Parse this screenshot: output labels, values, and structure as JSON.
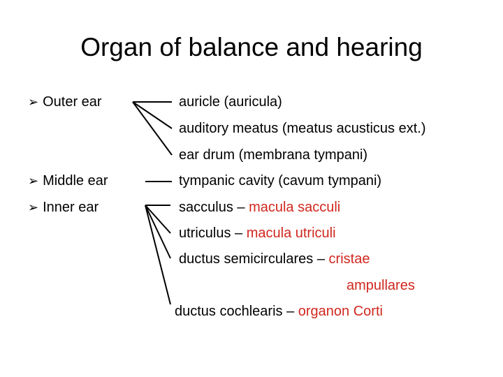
{
  "title": "Organ of balance and hearing",
  "colors": {
    "text": "#000000",
    "highlight": "#d0271d"
  },
  "bullets": {
    "marker_icon": "arrowhead-bullet-icon",
    "outer": "Outer ear",
    "middle": "Middle ear",
    "inner": "Inner ear"
  },
  "outer_items": {
    "auricle": "auricle (auricula)",
    "meatus": "auditory meatus (meatus acusticus ext.)",
    "drum": "ear drum (membrana tympani)"
  },
  "middle_items": {
    "cavity": "tympanic cavity (cavum tympani)"
  },
  "inner_items": {
    "sacculus": {
      "term": "sacculus – ",
      "structure": "macula sacculi"
    },
    "utriculus": {
      "term": "utriculus – ",
      "structure": "macula utriculi"
    },
    "semicircular": {
      "term": "ductus semicirculares – ",
      "structure": "cristae",
      "structure_cont": "ampullares"
    },
    "cochlear": {
      "term": "ductus cochlearis – ",
      "structure": "organon Corti"
    }
  }
}
